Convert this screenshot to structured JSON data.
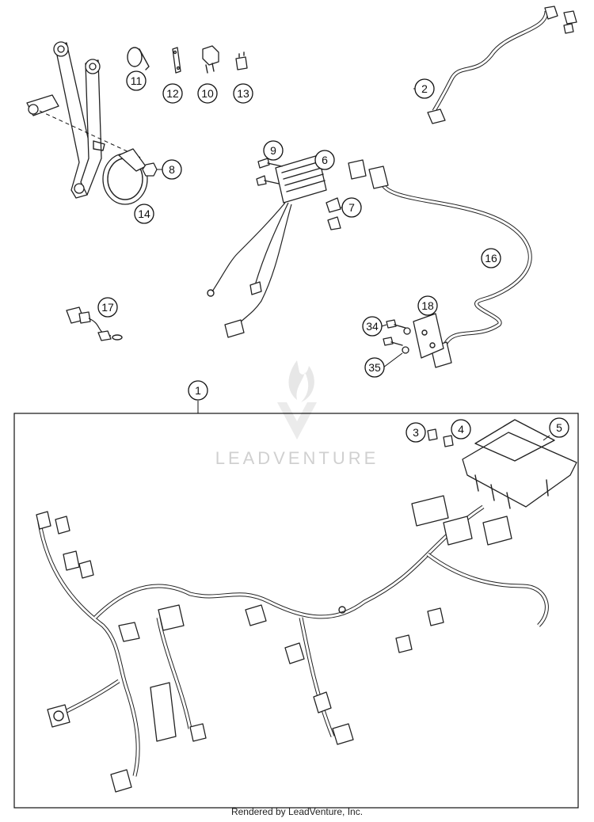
{
  "diagram": {
    "callouts": [
      "1",
      "2",
      "3",
      "4",
      "5",
      "6",
      "7",
      "8",
      "9",
      "10",
      "11",
      "12",
      "13",
      "14",
      "16",
      "17",
      "18",
      "34",
      "35"
    ]
  },
  "watermark": {
    "text": "LEADVENTURE"
  },
  "footer": {
    "text": "Rendered by LeadVenture, Inc."
  }
}
